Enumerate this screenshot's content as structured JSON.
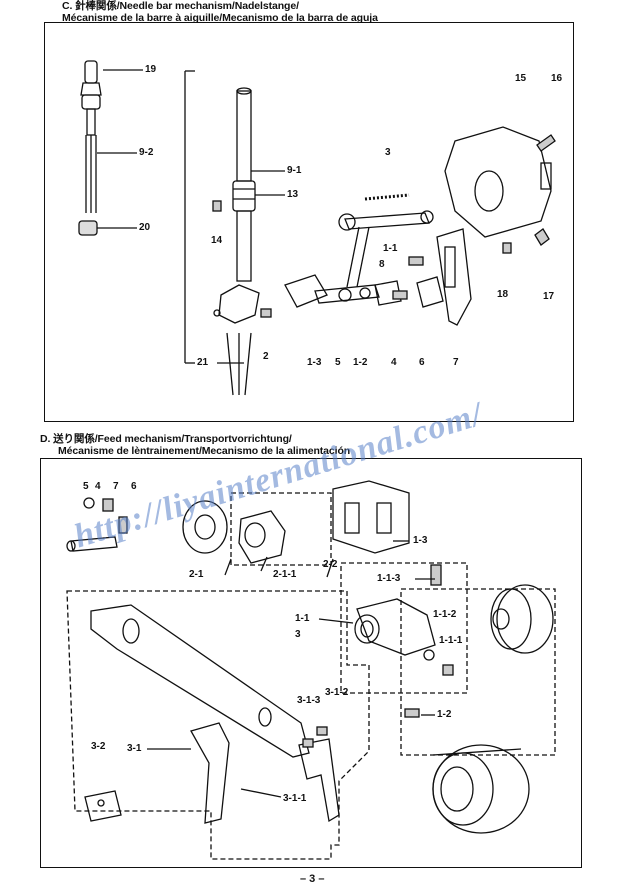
{
  "section_c": {
    "title_line1": "C. 針棒関係/Needle bar mechanism/Nadelstange/",
    "title_line2": "Mécanisme de la barre à aiguille/Mecanismo de la barra de aguja",
    "labels": [
      "19",
      "9-2",
      "20",
      "9-1",
      "13",
      "14",
      "3",
      "15",
      "16",
      "1-1",
      "8",
      "18",
      "17",
      "21",
      "2",
      "1-3",
      "5",
      "1-2",
      "4",
      "6",
      "7"
    ]
  },
  "section_d": {
    "title_line1": "D. 送り関係/Feed mechanism/Transportvorrichtung/",
    "title_line2": "Mécanisme de lèntrainement/Mecanismo de la alimentación",
    "labels": [
      "5",
      "4",
      "7",
      "6",
      "1-3",
      "2-1",
      "2-1-1",
      "2-2",
      "1-1-3",
      "1-1",
      "3",
      "1-1-2",
      "1-1-1",
      "3-1-3",
      "3-1-2",
      "1-2",
      "3-2",
      "3-1",
      "3-1-1"
    ]
  },
  "watermark": "http://liyainternational.com/",
  "page_number": "– 3 –"
}
